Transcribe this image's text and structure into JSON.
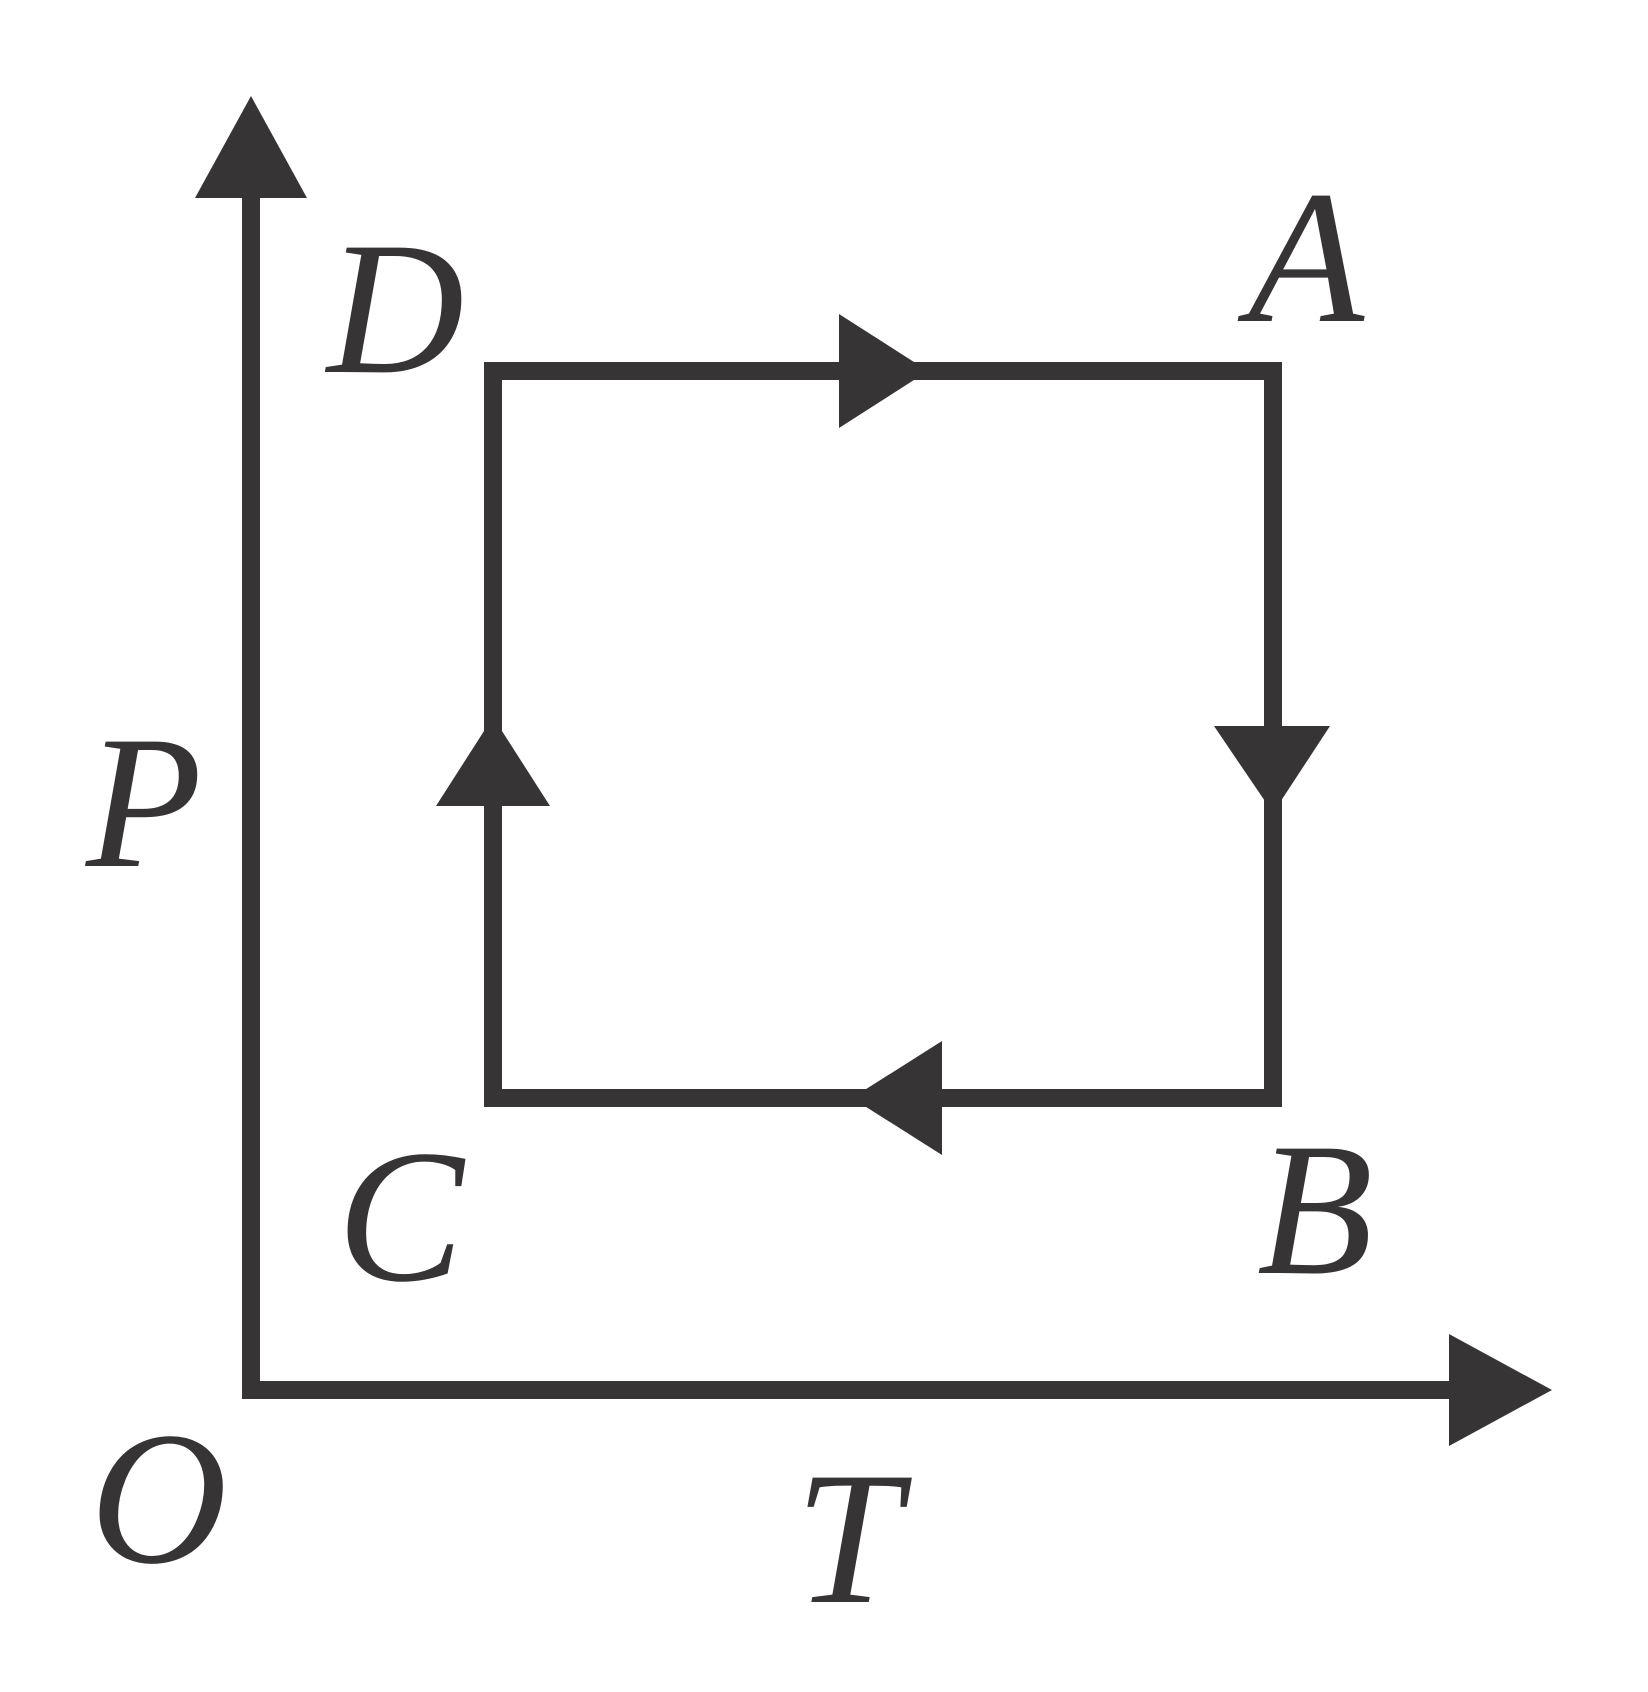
{
  "colors": {
    "ink": "#363435",
    "background": "#ffffff"
  },
  "axes": {
    "origin_label": "O",
    "x_label": "T",
    "y_label": "P"
  },
  "states": {
    "A": "A",
    "B": "B",
    "C": "C",
    "D": "D"
  },
  "cycle": {
    "path": [
      "D",
      "A",
      "B",
      "C",
      "D"
    ],
    "arrows": [
      {
        "from": "D",
        "to": "A",
        "direction": "right"
      },
      {
        "from": "A",
        "to": "B",
        "direction": "down"
      },
      {
        "from": "B",
        "to": "C",
        "direction": "left"
      },
      {
        "from": "C",
        "to": "D",
        "direction": "up"
      }
    ]
  }
}
